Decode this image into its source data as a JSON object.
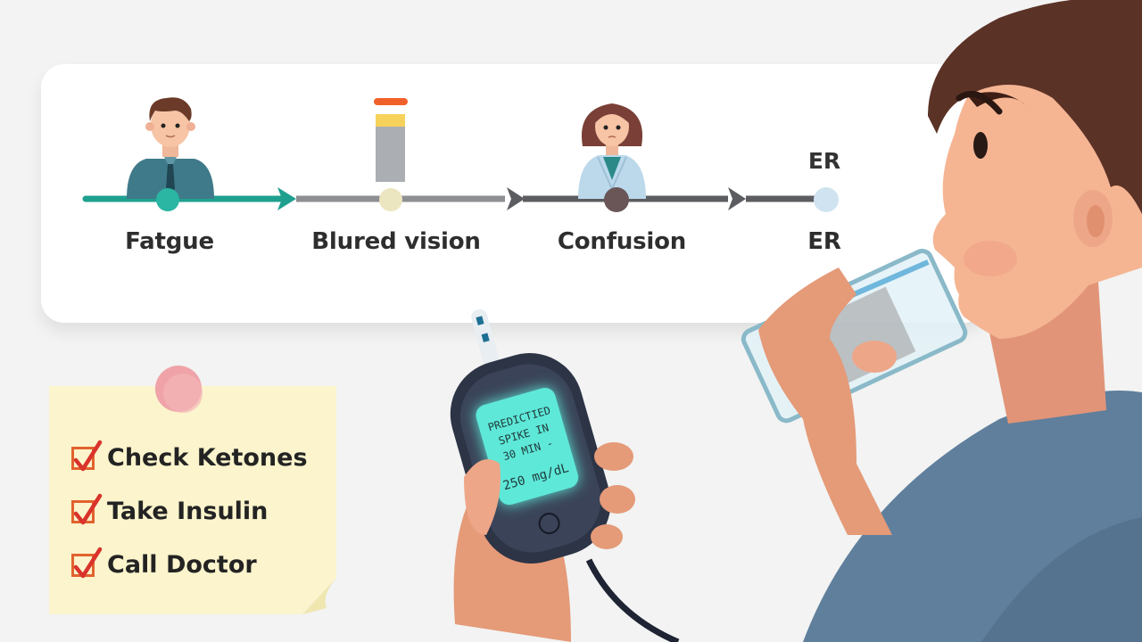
{
  "scene": {
    "description": "Diabetes hyperglycemia symptom timeline with glucose meter alert and action checklist"
  },
  "timeline": {
    "stages": [
      {
        "label": "Fatgue",
        "icon": "man-office-worker-icon",
        "marker_color": "#2bb5a3"
      },
      {
        "label": "Blured vision",
        "icon": "test-strip-vial-icon",
        "marker_color": "#ece6c0"
      },
      {
        "label": "Confusion",
        "icon": "doctor-woman-icon",
        "marker_color": "#6a5557"
      },
      {
        "label": "ER",
        "icon": "hospital-er-icon",
        "marker_color": "#cfe4f0"
      }
    ],
    "er_top_label": "ER",
    "colors": {
      "active_segment": "#1fa08f",
      "inactive_segment": "#8e8f92",
      "dark_segment": "#5c5d60"
    }
  },
  "glucose_meter": {
    "screen_lines": [
      "PREDICTIED",
      "SPIKE IN",
      "30 MIN -",
      "250 mg/dL"
    ],
    "screen_color": "#5ee8d8",
    "body_color": "#2c3446"
  },
  "checklist": {
    "items": [
      {
        "label": "Check Ketones",
        "checked": true
      },
      {
        "label": "Take Insulin",
        "checked": true
      },
      {
        "label": "Call Doctor",
        "checked": true
      }
    ],
    "check_color": "#d9332b",
    "box_color": "#e2622e",
    "pin_color": "#efa3a8"
  }
}
